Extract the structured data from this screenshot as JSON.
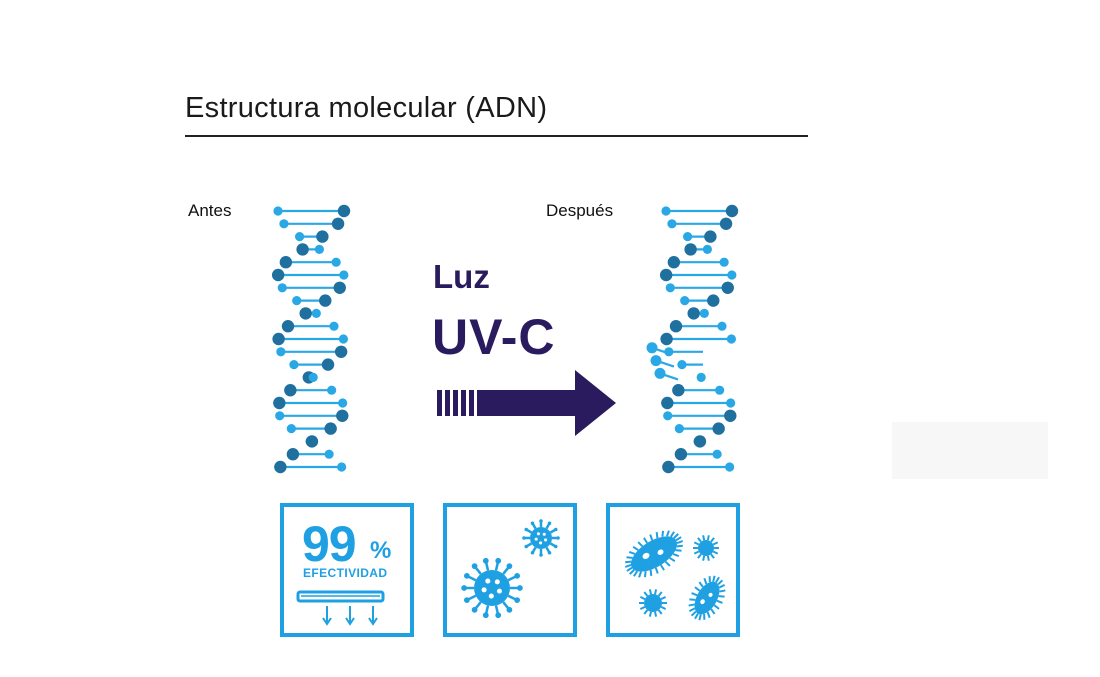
{
  "title": "Estructura molecular (ADN)",
  "labels": {
    "before": "Antes",
    "after": "Después"
  },
  "uv": {
    "line1": "Luz",
    "line2": "UV-C"
  },
  "stat": {
    "value": "99",
    "unit": "%",
    "caption": "EFECTIVIDAD"
  },
  "colors": {
    "navy": "#2a1b5e",
    "dna_dark": "#1f6f9f",
    "dna_light": "#2aa8e6",
    "accent": "#1ea0e2",
    "title_rule": "#222222"
  },
  "icons": [
    "dna-helix-intact",
    "dna-helix-damaged",
    "uv-arrow",
    "uv-lamp-icon",
    "virus-icon",
    "bacteria-icon"
  ]
}
